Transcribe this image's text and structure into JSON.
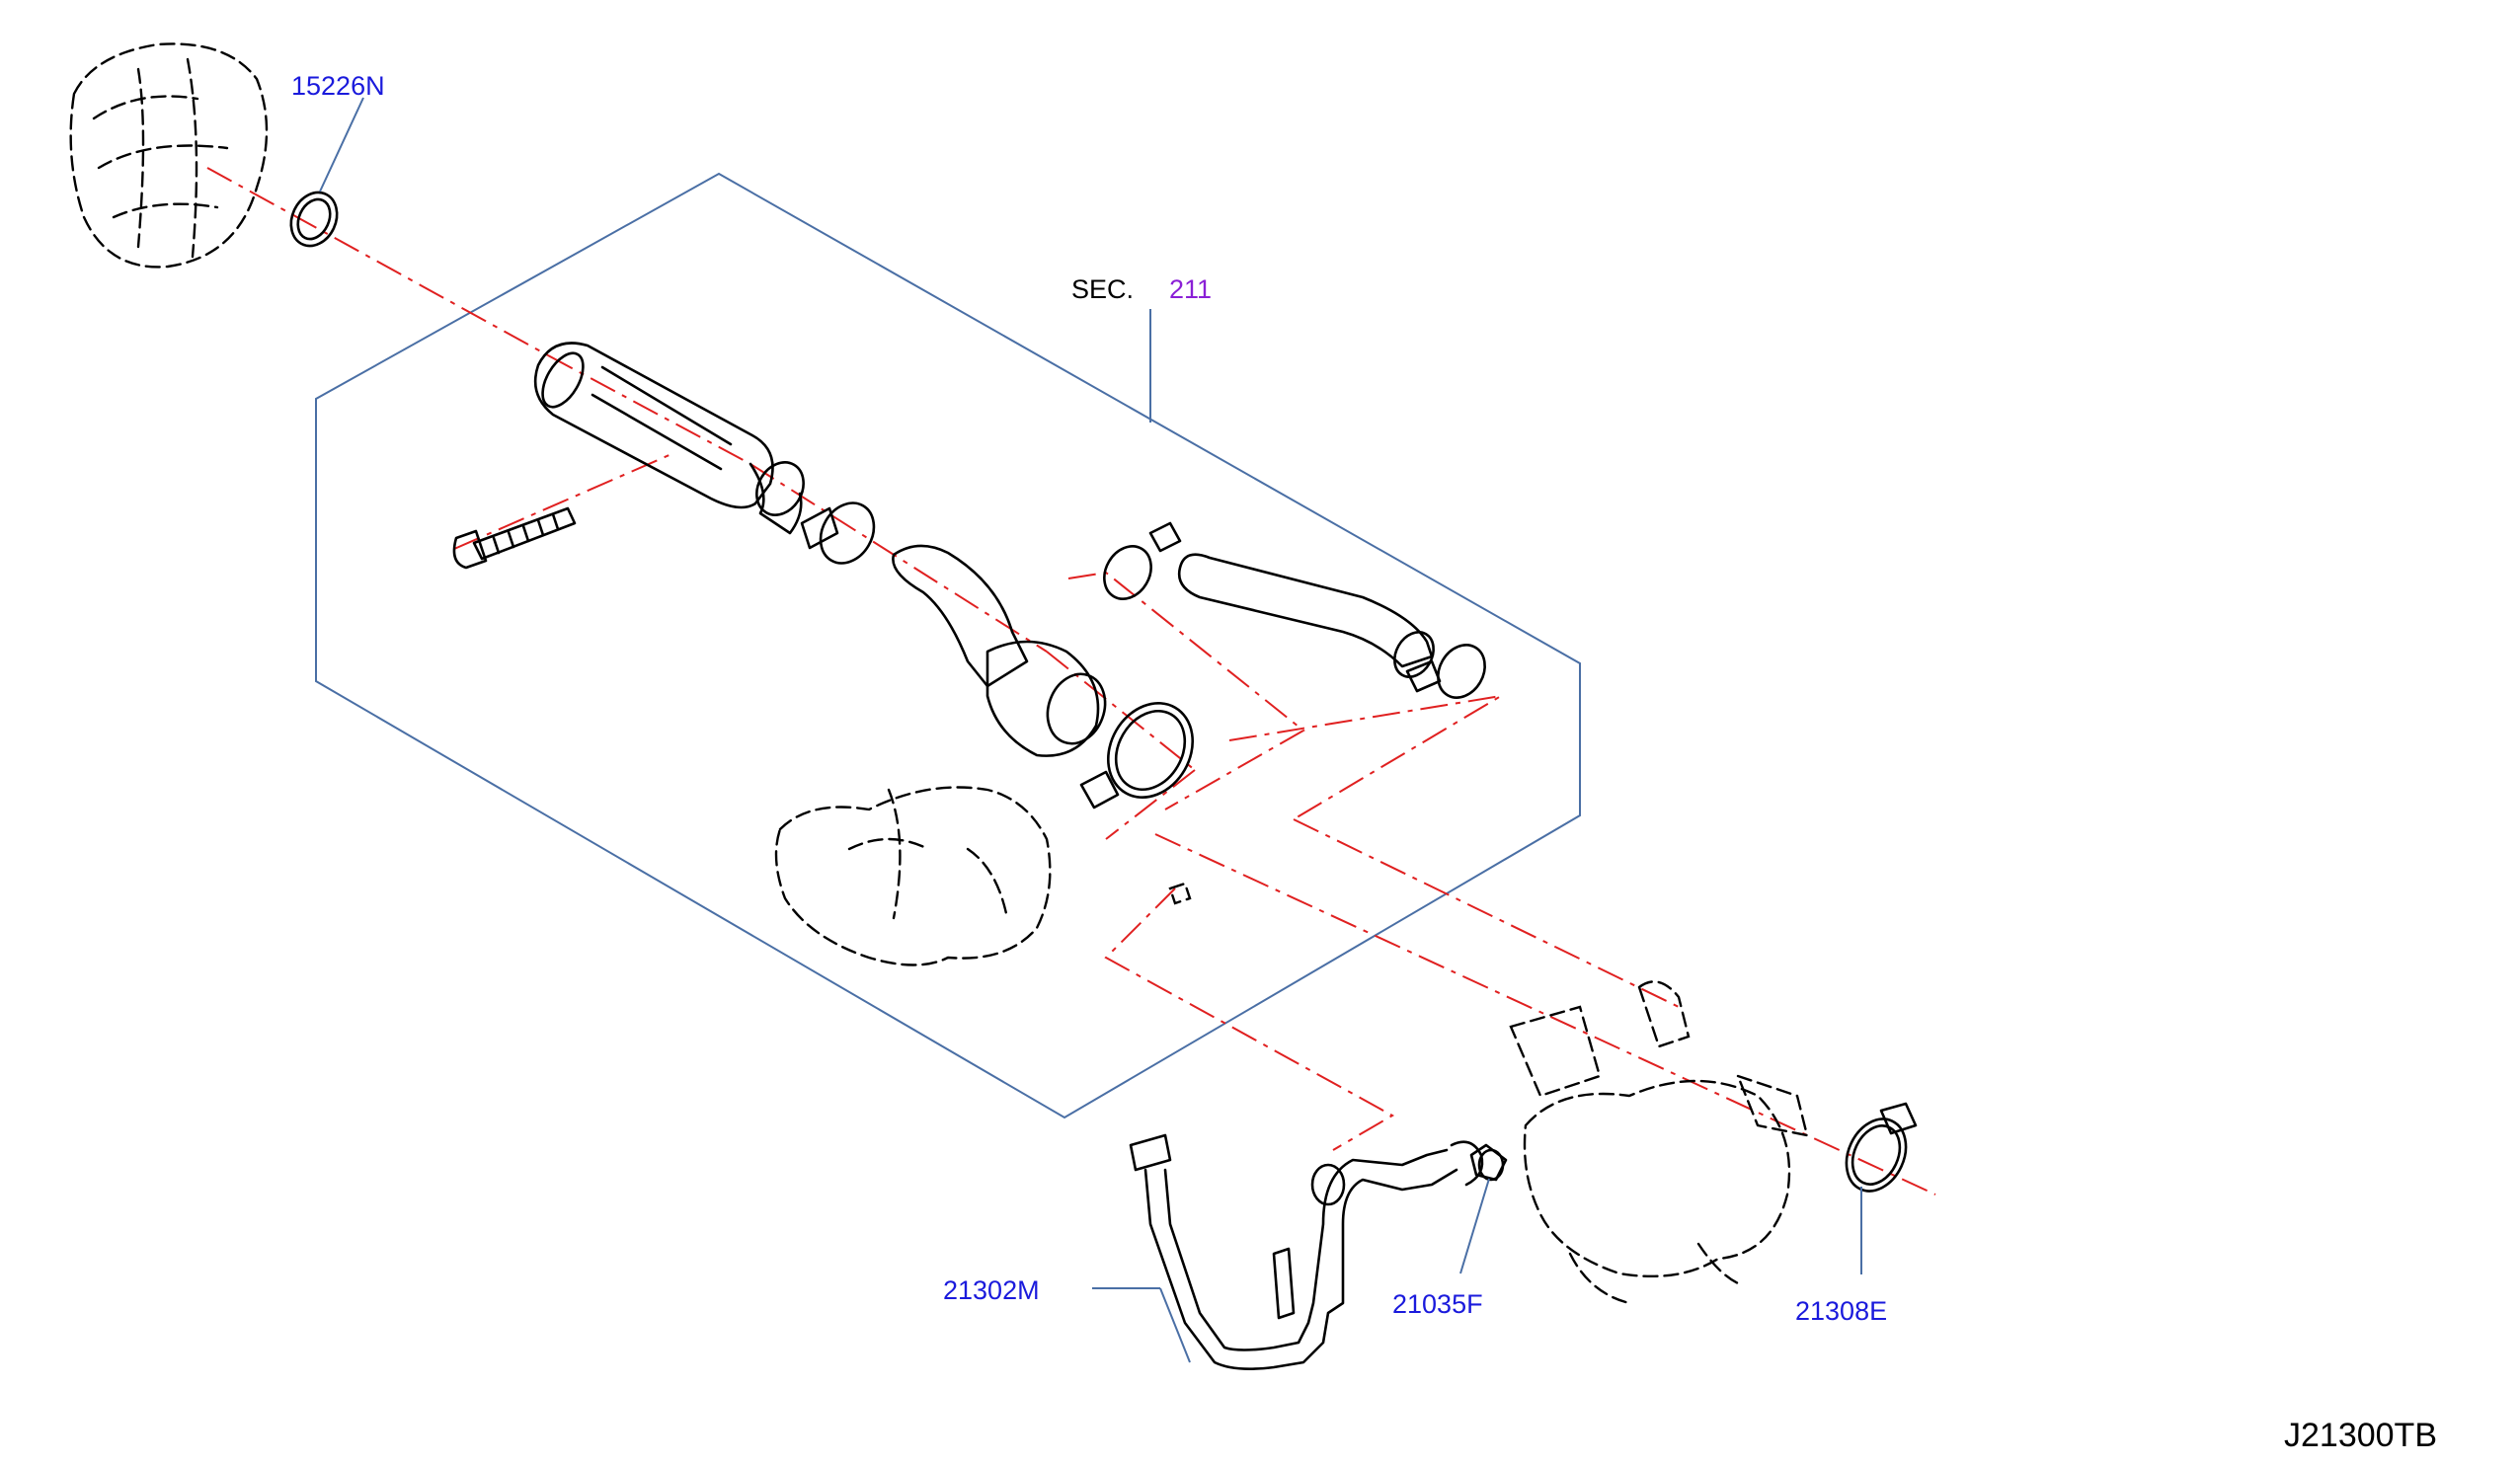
{
  "callouts": {
    "water_outlet_gasket": "15226N",
    "section_label": "SEC.",
    "section_number": "211",
    "water_hose": "21302M",
    "hose_clamp_small": "21035F",
    "hose_clamp_large": "21308E"
  },
  "diagram_id": "J21300TB",
  "colors": {
    "part_number": "#1a1adc",
    "section_number": "#8a1fd6",
    "leader_line": "#4a6fa5",
    "center_line": "#e02020"
  }
}
